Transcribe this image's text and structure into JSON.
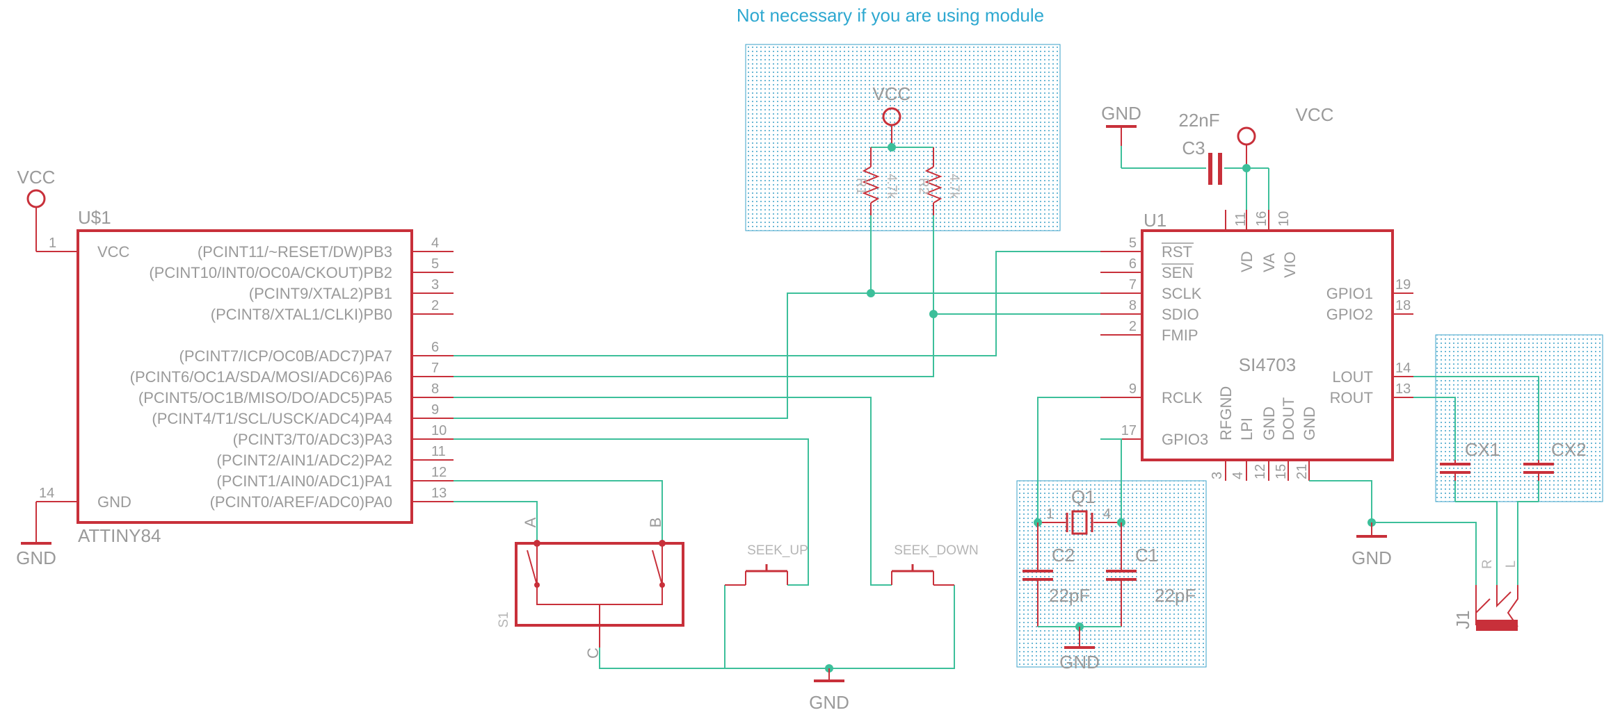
{
  "note": "Not necessary if you are using module",
  "net": {
    "vcc": "VCC",
    "gnd": "GND"
  },
  "u1": {
    "ref": "U$1",
    "part": "ATTINY84",
    "vcc_label": "VCC",
    "gnd_label": "GND",
    "vcc_pin": "1",
    "gnd_pin": "14",
    "pins": [
      {
        "label": "(PCINT11/~RESET/DW)PB3",
        "num": "4"
      },
      {
        "label": "(PCINT10/INT0/OC0A/CKOUT)PB2",
        "num": "5"
      },
      {
        "label": "(PCINT9/XTAL2)PB1",
        "num": "3"
      },
      {
        "label": "(PCINT8/XTAL1/CLKI)PB0",
        "num": "2"
      },
      {
        "label": "(PCINT7/ICP/OC0B/ADC7)PA7",
        "num": "6"
      },
      {
        "label": "(PCINT6/OC1A/SDA/MOSI/ADC6)PA6",
        "num": "7"
      },
      {
        "label": "(PCINT5/OC1B/MISO/DO/ADC5)PA5",
        "num": "8"
      },
      {
        "label": "(PCINT4/T1/SCL/USCK/ADC4)PA4",
        "num": "9"
      },
      {
        "label": "(PCINT3/T0/ADC3)PA3",
        "num": "10"
      },
      {
        "label": "(PCINT2/AIN1/ADC2)PA2",
        "num": "11"
      },
      {
        "label": "(PCINT1/AIN0/ADC1)PA1",
        "num": "12"
      },
      {
        "label": "(PCINT0/AREF/ADC0)PA0",
        "num": "13"
      }
    ]
  },
  "si": {
    "ref": "U1",
    "part": "SI4703",
    "left_pins": [
      {
        "label": "RST",
        "num": "5"
      },
      {
        "label": "SEN",
        "num": "6"
      },
      {
        "label": "SCLK",
        "num": "7"
      },
      {
        "label": "SDIO",
        "num": "8"
      },
      {
        "label": "FMIP",
        "num": "2"
      },
      {
        "label": "RCLK",
        "num": "9"
      },
      {
        "label": "GPIO3",
        "num": "17"
      }
    ],
    "top_pins": [
      {
        "label": "VD",
        "num": "11"
      },
      {
        "label": "VA",
        "num": "16"
      },
      {
        "label": "VIO",
        "num": "10"
      }
    ],
    "right_pins": [
      {
        "label": "GPIO1",
        "num": "19"
      },
      {
        "label": "GPIO2",
        "num": "18"
      },
      {
        "label": "LOUT",
        "num": "14"
      },
      {
        "label": "ROUT",
        "num": "13"
      }
    ],
    "bottom_pins": [
      {
        "label": "RFGND",
        "num": "3"
      },
      {
        "label": "LPI",
        "num": "4"
      },
      {
        "label": "GND",
        "num": "12"
      },
      {
        "label": "DOUT",
        "num": "15"
      },
      {
        "label": "GND",
        "num": "21"
      }
    ]
  },
  "resistors": {
    "r1": "R1",
    "r1_val": "4.7k",
    "r2": "R2",
    "r2_val": "4.7k"
  },
  "c3": {
    "ref": "C3",
    "value": "22nF"
  },
  "crystal": {
    "ref": "Q1",
    "pin1": "1",
    "pin4": "4"
  },
  "c1": {
    "ref": "C1",
    "value": "22pF"
  },
  "c2": {
    "ref": "C2",
    "value": "22pF"
  },
  "cx1": "CX1",
  "cx2": "CX2",
  "switch": {
    "ref": "S1",
    "a": "A",
    "b": "B",
    "c": "C"
  },
  "buttons": {
    "up": "SEEK_UP",
    "down": "SEEK_DOWN"
  },
  "jack": {
    "ref": "J1",
    "r": "R",
    "l": "L"
  },
  "colors": {
    "part": "#c8303a",
    "wire": "#3cbf9a",
    "text": "#9a9a9a",
    "note": "#2ea8d0",
    "hatch": "#3aa0c8"
  }
}
